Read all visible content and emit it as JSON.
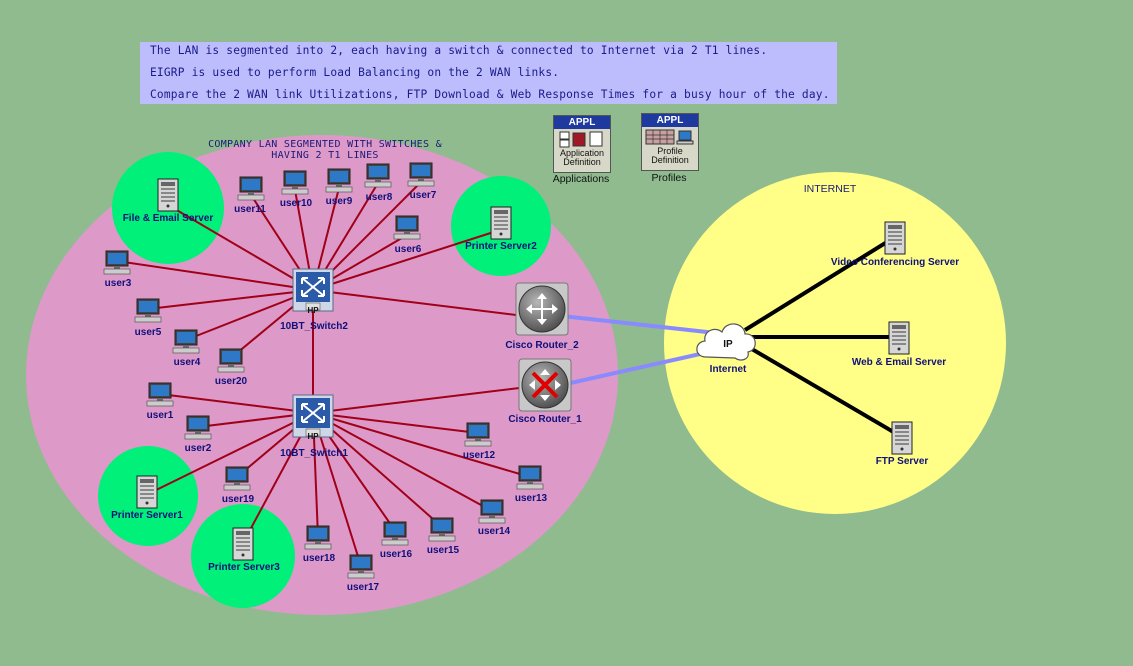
{
  "notes": [
    "The LAN is segmented into 2, each having a switch & connected to Internet via 2 T1 lines.",
    "EIGRP is used to perform Load Balancing on the 2 WAN links.",
    "Compare the 2 WAN link Utilizations, FTP Download & Web Response Times for a busy hour of the day."
  ],
  "lan": {
    "title_line1": "COMPANY LAN SEGMENTED WITH SWITCHES &",
    "title_line2": "HAVING 2 T1 LINES"
  },
  "internet_region": {
    "title": "INTERNET"
  },
  "apps": {
    "application_definition": {
      "badge": "APPL",
      "text1": "Application",
      "text2": "Definition",
      "label": "Applications"
    },
    "profile_definition": {
      "badge": "APPL",
      "text1": "Profile",
      "text2": "Definition",
      "label": "Profiles"
    }
  },
  "switches": {
    "switch2": {
      "label": "10BT_Switch2",
      "badge": "HP"
    },
    "switch1": {
      "label": "10BT_Switch1",
      "badge": "HP"
    }
  },
  "routers": {
    "router2": {
      "label": "Cisco Router_2"
    },
    "router1": {
      "label": "Cisco Router_1"
    }
  },
  "cloud": {
    "label": "Internet",
    "badge": "IP"
  },
  "servers": {
    "file_email": "File & Email Server",
    "printer2": "Printer Server2",
    "printer1": "Printer Server1",
    "printer3": "Printer Server3",
    "video_conf": "Video Conferencing Server",
    "web_email": "Web & Email Server",
    "ftp": "FTP Server"
  },
  "users": {
    "user1": "user1",
    "user2": "user2",
    "user3": "user3",
    "user4": "user4",
    "user5": "user5",
    "user6": "user6",
    "user7": "user7",
    "user8": "user8",
    "user9": "user9",
    "user10": "user10",
    "user11": "user11",
    "user12": "user12",
    "user13": "user13",
    "user14": "user14",
    "user15": "user15",
    "user16": "user16",
    "user17": "user17",
    "user18": "user18",
    "user19": "user19",
    "user20": "user20"
  },
  "colors": {
    "background": "#8fbb8f",
    "lan_region": "#dd99c8",
    "internet_region": "#ffff88",
    "server_circle": "#00f07a",
    "lan_link": "#a00018",
    "wan_link": "#8a8aff",
    "internet_link": "#000000",
    "note_bg": "#bdbdfd"
  }
}
